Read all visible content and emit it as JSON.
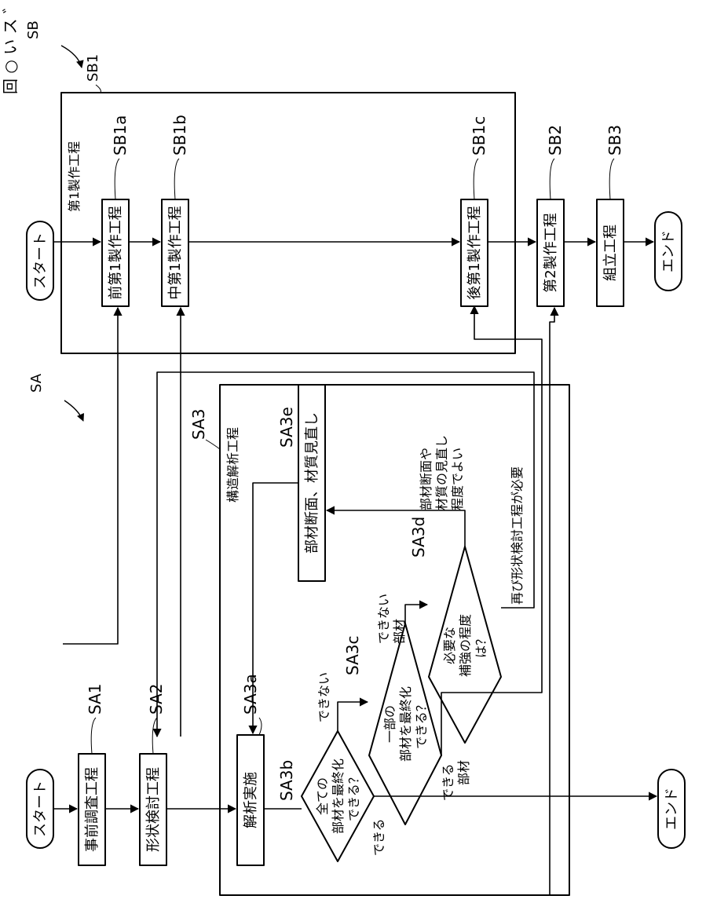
{
  "header": {
    "vertical_text": "回  ○  い  ス  ゛  Ｗ"
  },
  "sb": {
    "label": "SB",
    "sb1": {
      "label": "SB1",
      "title": "第1製作工程"
    },
    "start": "スタート",
    "steps": [
      {
        "id": "SB1a",
        "text": "前第1製作工程"
      },
      {
        "id": "SB1b",
        "text": "中第1製作工程"
      },
      {
        "id": "SB1c",
        "text": "後第1製作工程"
      },
      {
        "id": "SB2",
        "text": "第2製作工程"
      },
      {
        "id": "SB3",
        "text": "組立工程"
      }
    ],
    "end": "エンド"
  },
  "sa": {
    "label": "SA",
    "start": "スタート",
    "end": "エンド",
    "sa1": {
      "id": "SA1",
      "text": "事前調査工程"
    },
    "sa2": {
      "id": "SA2",
      "text": "形状検討工程"
    },
    "sa3": {
      "id": "SA3",
      "title": "構造解析工程"
    },
    "sa3a": {
      "id": "SA3a",
      "text": "解析実施"
    },
    "sa3b": {
      "id": "SA3b",
      "lines": [
        "全ての",
        "部材を最終化",
        "できる？"
      ]
    },
    "sa3c": {
      "id": "SA3c",
      "lines": [
        "一部の",
        "部材を最終化",
        "できる？"
      ]
    },
    "sa3d": {
      "id": "SA3d",
      "lines": [
        "必要な",
        "補強の程度",
        "は？"
      ]
    },
    "sa3e": {
      "id": "SA3e",
      "text": "部材断面、材質見直し"
    },
    "labels": {
      "b_yes": "できる",
      "b_no": "できない",
      "c_yes": [
        "できる",
        "部材"
      ],
      "c_no": [
        "できない",
        "部材"
      ],
      "d_redo": "再び形状検討工程が必要",
      "d_ok": [
        "部材断面や",
        "材質の見直し",
        "程度でよい"
      ]
    }
  }
}
